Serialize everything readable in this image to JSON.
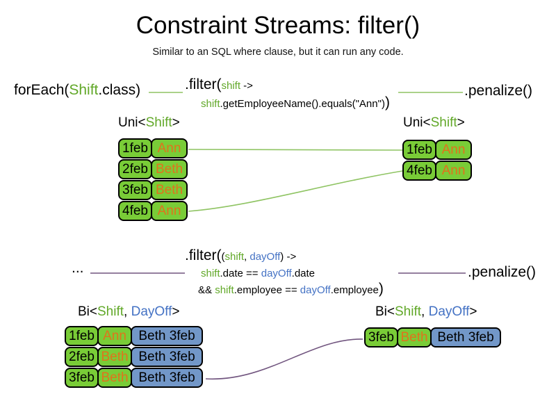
{
  "slide": {
    "title": "Constraint Streams: filter()",
    "subtitle": "Similar to an SQL where clause, but it can run any code."
  },
  "colors": {
    "cell_green": "#79CC37",
    "cell_blue": "#7297C8",
    "code_green": "#61A828",
    "code_blue": "#4472C4",
    "employee_orange": "#E0731C",
    "line_green": "#8FC463",
    "line_purple": "#71557F"
  },
  "stage1": {
    "foreach": {
      "pre": "forEach(",
      "arg": "Shift",
      "post": ".class)"
    },
    "filter": {
      "method": ".filter(",
      "param": "shift",
      "arrow": " ->",
      "body_var": "shift",
      "body_rest": ".getEmployeeName().equals(\"Ann\")",
      "close": ")"
    },
    "penalize": ".penalize()",
    "left_stream": {
      "type_pre": "Uni<",
      "type_arg": "Shift",
      "type_post": ">",
      "rows": [
        {
          "date": "1feb",
          "employee": "Ann"
        },
        {
          "date": "2feb",
          "employee": "Beth"
        },
        {
          "date": "3feb",
          "employee": "Beth"
        },
        {
          "date": "4feb",
          "employee": "Ann"
        }
      ]
    },
    "right_stream": {
      "type_pre": "Uni<",
      "type_arg": "Shift",
      "type_post": ">",
      "rows": [
        {
          "date": "1feb",
          "employee": "Ann"
        },
        {
          "date": "4feb",
          "employee": "Ann"
        }
      ]
    }
  },
  "stage2": {
    "source": "...",
    "filter": {
      "method": ".filter(",
      "open": "(",
      "param1": "shift",
      "comma": ", ",
      "param2": "dayOff",
      "close_params": ")",
      "arrow": " ->",
      "l2_var1": "shift",
      "l2_mid": ".date == ",
      "l2_var2": "dayOff",
      "l2_end": ".date",
      "l3_pre": "&& ",
      "l3_var1": "shift",
      "l3_mid": ".employee == ",
      "l3_var2": "dayOff",
      "l3_end": ".employee",
      "close": ")"
    },
    "penalize": ".penalize()",
    "left_stream": {
      "type_pre": "Bi<",
      "type_arg1": "Shift",
      "type_comma": ", ",
      "type_arg2": "DayOff",
      "type_post": ">",
      "rows": [
        {
          "date": "1feb",
          "employee": "Ann",
          "day_off": "Beth 3feb"
        },
        {
          "date": "2feb",
          "employee": "Beth",
          "day_off": "Beth 3feb"
        },
        {
          "date": "3feb",
          "employee": "Beth",
          "day_off": "Beth 3feb"
        }
      ]
    },
    "right_stream": {
      "type_pre": "Bi<",
      "type_arg1": "Shift",
      "type_comma": ", ",
      "type_arg2": "DayOff",
      "type_post": ">",
      "rows": [
        {
          "date": "3feb",
          "employee": "Beth",
          "day_off": "Beth 3feb"
        }
      ]
    }
  }
}
